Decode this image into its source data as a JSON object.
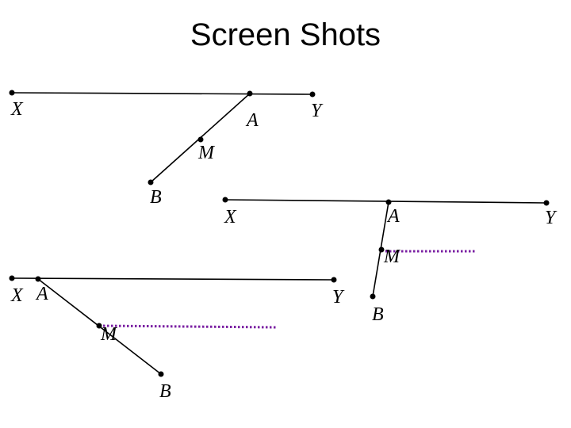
{
  "title": "Screen Shots",
  "colors": {
    "line": "#000000",
    "dotted_marker": "#7a1fa2"
  },
  "screenshots": [
    {
      "labels": {
        "X": "X",
        "Y": "Y",
        "A": "A",
        "M": "M",
        "B": "B"
      }
    },
    {
      "labels": {
        "X": "X",
        "Y": "Y",
        "A": "A",
        "M": "M",
        "B": "B"
      }
    },
    {
      "labels": {
        "X": "X",
        "Y": "Y",
        "A": "A",
        "M": "M",
        "B": "B"
      }
    }
  ]
}
